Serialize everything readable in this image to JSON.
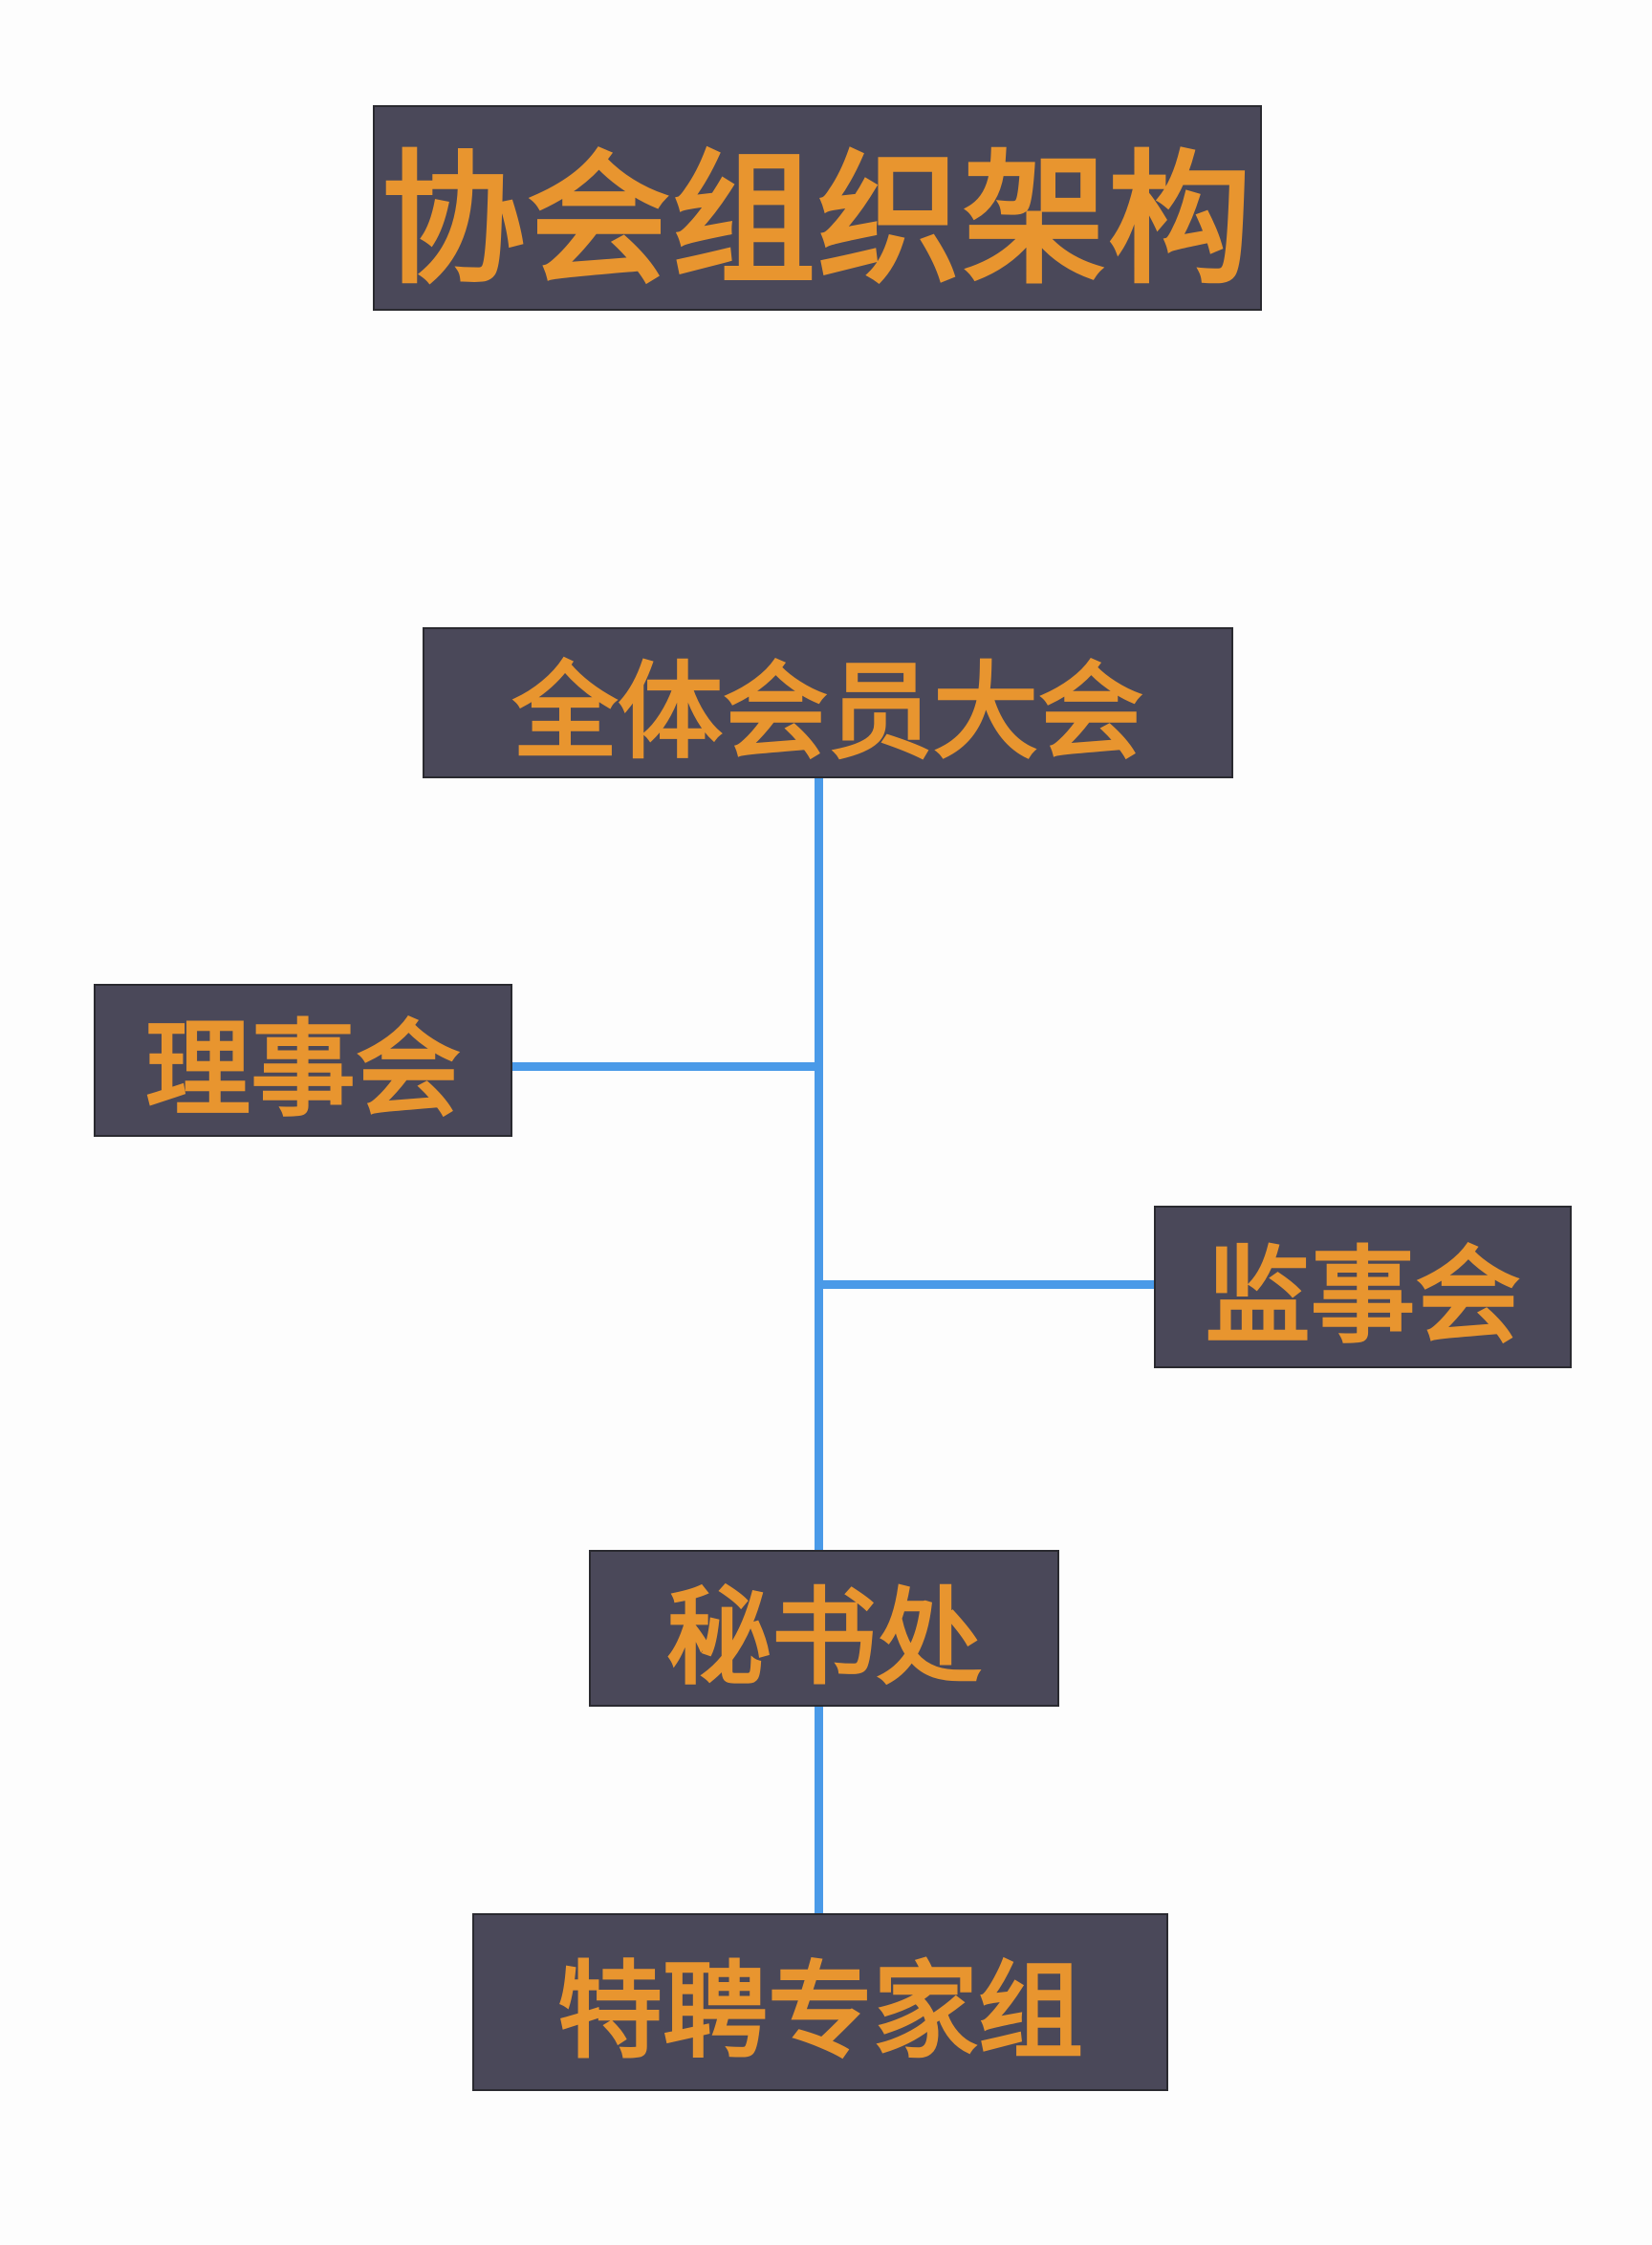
{
  "title": "协会组织架构",
  "nodes": {
    "general_assembly": "全体会员大会",
    "board": "理事会",
    "supervisors": "监事会",
    "secretariat": "秘书处",
    "experts": "特聘专家组"
  },
  "colors": {
    "box_fill": "#4a4859",
    "text": "#e8952f",
    "connector": "#4a9ae8"
  }
}
